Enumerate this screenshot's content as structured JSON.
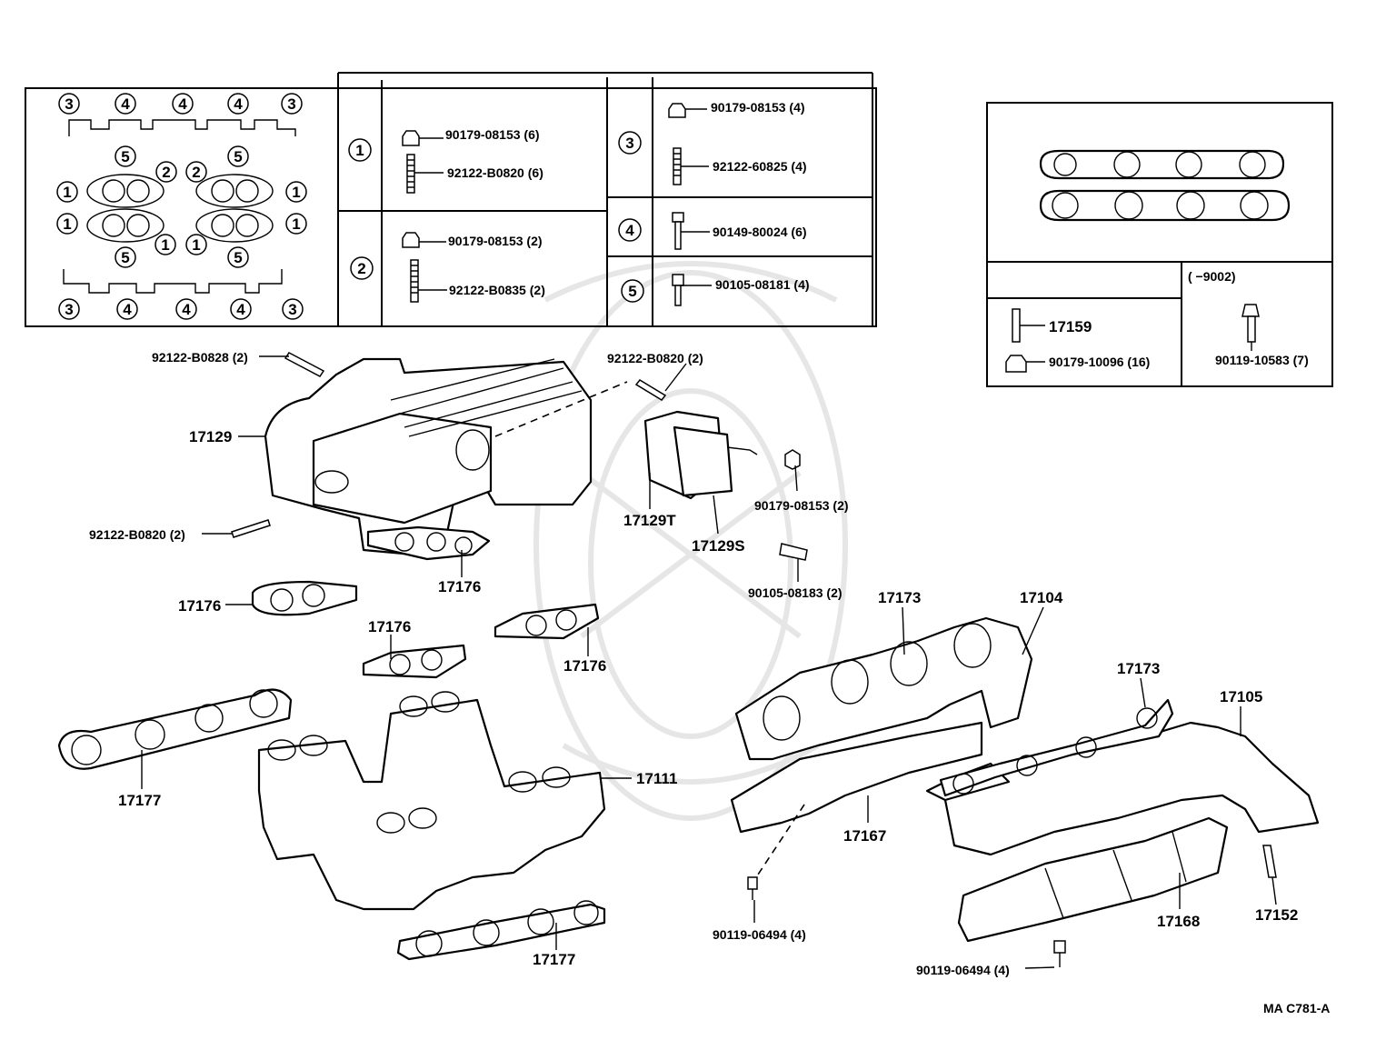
{
  "table": {
    "rows": [
      {
        "key": "1",
        "items": [
          {
            "part": "90179-08153",
            "qty": "(6)"
          },
          {
            "part": "92122-B0820",
            "qty": "(6)"
          }
        ]
      },
      {
        "key": "2",
        "items": [
          {
            "part": "90179-08153",
            "qty": "(2)"
          },
          {
            "part": "92122-B0835",
            "qty": "(2)"
          }
        ]
      },
      {
        "key": "3",
        "items": [
          {
            "part": "90179-08153",
            "qty": "(4)"
          },
          {
            "part": "92122-60825",
            "qty": "(4)"
          }
        ]
      },
      {
        "key": "4",
        "items": [
          {
            "part": "90149-80024",
            "qty": "(6)"
          }
        ]
      },
      {
        "key": "5",
        "items": [
          {
            "part": "90105-08181",
            "qty": "(4)"
          }
        ]
      }
    ]
  },
  "gasket_map": {
    "top_row": [
      "3",
      "4",
      "4",
      "4",
      "3"
    ],
    "inner_top": [
      "5",
      "2",
      "2",
      "5"
    ],
    "left_col": [
      "1",
      "1"
    ],
    "right_col": [
      "1",
      "1"
    ],
    "inner_bottom": [
      "5",
      "1",
      "1",
      "5"
    ],
    "bottom_row": [
      "3",
      "4",
      "4",
      "4",
      "3"
    ]
  },
  "inset": {
    "date_range": "(      −9002)",
    "left_parts": [
      "17159",
      "90179-10096 (16)"
    ],
    "right_parts": [
      "90119-10583 (7)"
    ]
  },
  "callouts": {
    "c1": "92122-B0828 (2)",
    "c2": "92122-B0820 (2)",
    "c3": "17129",
    "c4": "92122-B0820 (2)",
    "c5": "17176",
    "c6": "17176",
    "c7": "17176",
    "c8": "17176",
    "c9": "17129T",
    "c10": "17129S",
    "c11": "90179-08153 (2)",
    "c12": "90105-08183 (2)",
    "c13": "17173",
    "c14": "17104",
    "c15": "17173",
    "c16": "17105",
    "c17": "17177",
    "c18": "17111",
    "c19": "17167",
    "c20": "90119-06494 (4)",
    "c21": "17168",
    "c22": "17152",
    "c23": "90119-06494 (4)",
    "c24": "17177"
  },
  "figure_code": "MA  C781-A"
}
